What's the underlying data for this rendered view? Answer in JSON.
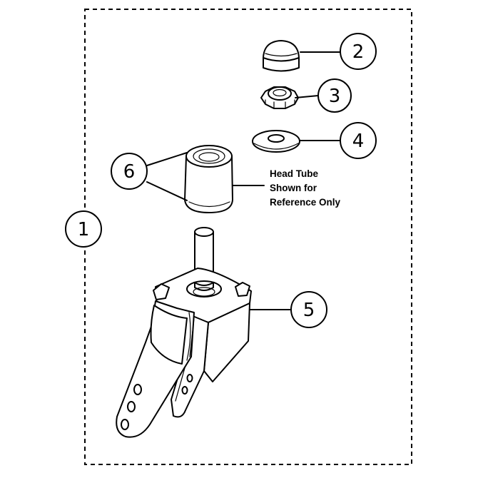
{
  "callouts": {
    "c1": "1",
    "c2": "2",
    "c3": "3",
    "c4": "4",
    "c5": "5",
    "c6": "6"
  },
  "note": {
    "line1": "Head Tube",
    "line2": "Shown for",
    "line3": "Reference Only"
  }
}
